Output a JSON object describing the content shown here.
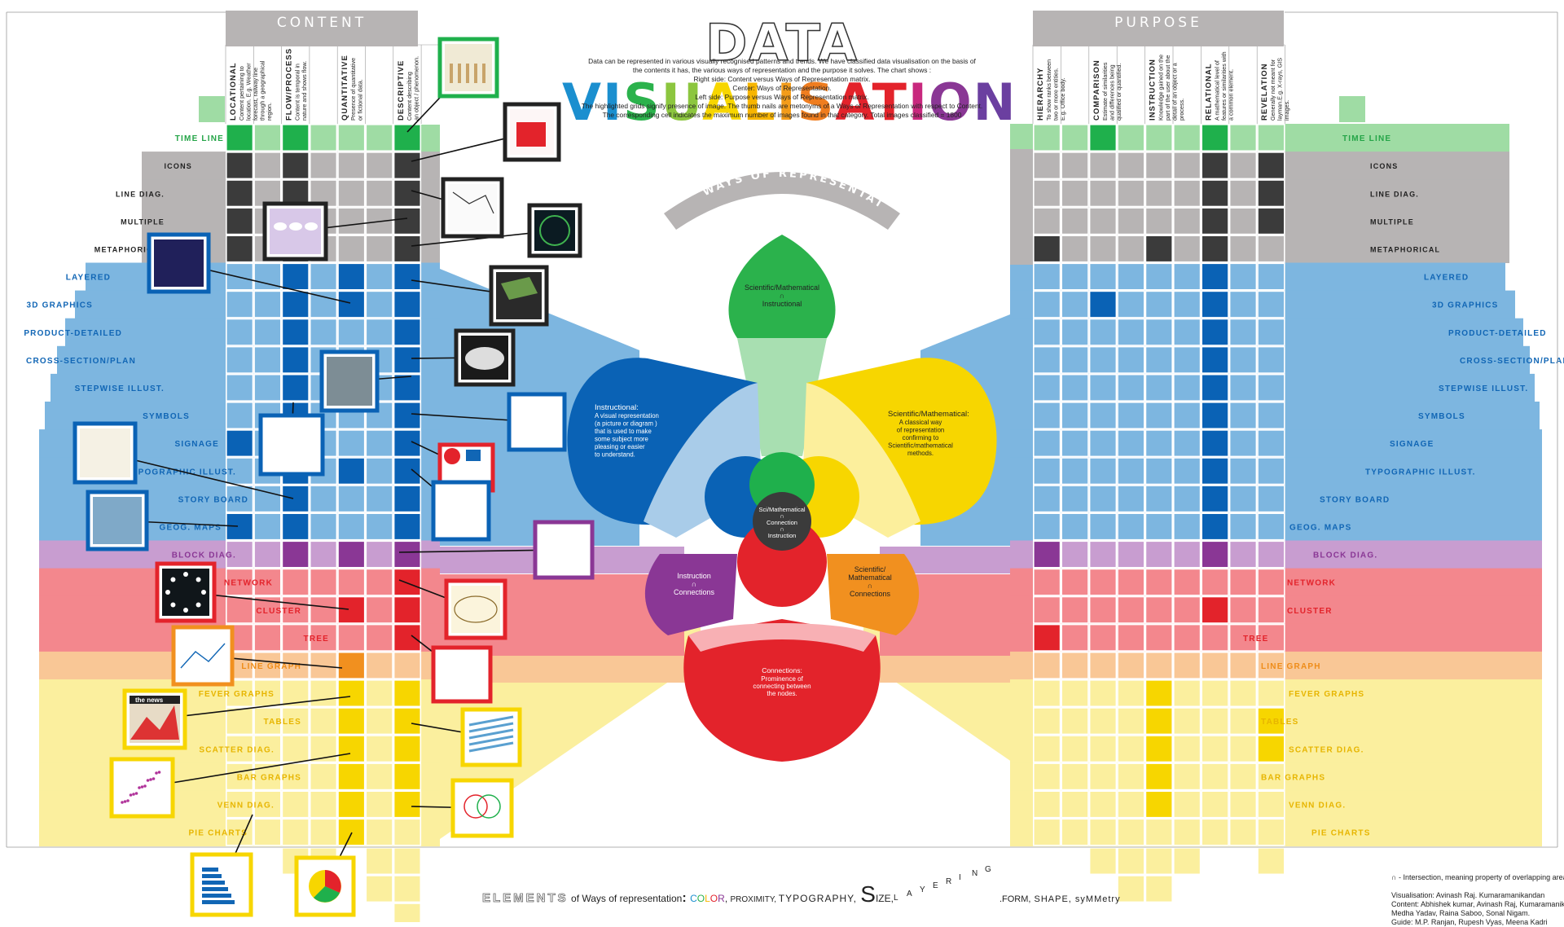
{
  "title": {
    "part1": "DATA",
    "part2_letters": [
      "V",
      "I",
      "S",
      "U",
      "A",
      "L",
      "I",
      "S",
      "A",
      "T",
      "I",
      "O",
      "N"
    ]
  },
  "intro_lines": [
    "Data can be represented in various visually recognised patterns and trends. We have classified data visualisation on the basis of",
    "the contents it has, the various ways of representation and the purpose it solves. The chart shows :",
    "Right side: Content versus Ways of Representation matrix.",
    "Center: Ways of Representation.",
    "Left side: Purpose versus Ways of Representation matrix.",
    "The highlighted grids signify presence of image. The thumb nails are metonyms of a Ways of Representation with respect to Content.",
    "The corresponding cell indicates the  maximum number of images found in that category. Total images classified = 1800"
  ],
  "content_header": "CONTENT",
  "purpose_header": "PURPOSE",
  "ways_label": "WAYS OF REPRESENTATION",
  "content_columns": [
    {
      "title": "LOCATIONAL",
      "desc": [
        "Content pertaining to",
        "location. E.g. Weather",
        "forecast, railway line",
        "through a geographical",
        "region."
      ]
    },
    {
      "title": "FLOW/PROCESS",
      "desc": [
        "Content is temporal in",
        "nature and shows flow."
      ]
    },
    {
      "title": "QUANTITATIVE",
      "desc": [
        "Presence of  quantitative",
        "or  fictional data."
      ]
    },
    {
      "title": "DESCRIPTIVE",
      "desc": [
        "Content describing",
        "an object / phenomenon."
      ]
    }
  ],
  "purpose_columns": [
    {
      "title": "HIERARCHY",
      "desc": [
        "To show ranks between",
        "two or more entities.",
        "E.g. Office body."
      ]
    },
    {
      "title": "COMPARISON",
      "desc": [
        "Estimate of similarities",
        "and differences being",
        "qualified or quantified."
      ]
    },
    {
      "title": "INSTRUCTION",
      "desc": [
        "Knowledge gained on the",
        "part of the user about the",
        "detail of an object or a",
        "process."
      ]
    },
    {
      "title": "RELATIONAL",
      "desc": [
        "A mathematical level of",
        "features or similarities with",
        "a common element."
      ]
    },
    {
      "title": "REVELATION",
      "desc": [
        "Generally not meant for",
        "layman.E.g. X-rays, GIS",
        "images."
      ]
    }
  ],
  "rows": [
    {
      "label": "TIME LINE",
      "group": "green"
    },
    {
      "label": "ICONS",
      "group": "gray"
    },
    {
      "label": "LINE DIAG.",
      "group": "gray"
    },
    {
      "label": "MULTIPLE",
      "group": "gray"
    },
    {
      "label": "METAPHORICAL",
      "group": "gray"
    },
    {
      "label": "LAYERED",
      "group": "blue"
    },
    {
      "label": "3D GRAPHICS",
      "group": "blue"
    },
    {
      "label": "PRODUCT-DETAILED",
      "group": "blue"
    },
    {
      "label": "CROSS-SECTION/PLAN",
      "group": "blue"
    },
    {
      "label": "STEPWISE ILLUST.",
      "group": "blue"
    },
    {
      "label": "SYMBOLS",
      "group": "blue"
    },
    {
      "label": "SIGNAGE",
      "group": "blue"
    },
    {
      "label": "TYPOGRAPHIC ILLUST.",
      "group": "blue"
    },
    {
      "label": "STORY BOARD",
      "group": "blue"
    },
    {
      "label": "GEOG. MAPS",
      "group": "blue"
    },
    {
      "label": "BLOCK DIAG.",
      "group": "purple"
    },
    {
      "label": "NETWORK",
      "group": "red"
    },
    {
      "label": "CLUSTER",
      "group": "red"
    },
    {
      "label": "TREE",
      "group": "red"
    },
    {
      "label": "LINE GRAPH",
      "group": "orange"
    },
    {
      "label": "FEVER GRAPHS",
      "group": "yellow"
    },
    {
      "label": "TABLES",
      "group": "yellow"
    },
    {
      "label": "SCATTER DIAG.",
      "group": "yellow"
    },
    {
      "label": "BAR GRAPHS",
      "group": "yellow"
    },
    {
      "label": "VENN DIAG.",
      "group": "yellow"
    },
    {
      "label": "PIE CHARTS",
      "group": "yellow"
    }
  ],
  "colors": {
    "green": {
      "light": "#9fdca4",
      "dark": "#1fb04c",
      "label": "#25a548"
    },
    "gray": {
      "light": "#b7b4b4",
      "dark": "#3b3b3b",
      "label": "#222222"
    },
    "blue": {
      "light": "#7db6e0",
      "dark": "#0a62b5",
      "label": "#1166b5"
    },
    "purple": {
      "light": "#c89dd0",
      "dark": "#8a3795",
      "label": "#8a3795"
    },
    "red": {
      "light": "#f3878d",
      "dark": "#e3232b",
      "label": "#e3232b"
    },
    "orange": {
      "light": "#f9c796",
      "dark": "#f1901f",
      "label": "#ee8c18"
    },
    "yellow": {
      "light": "#fbef9e",
      "dark": "#f7d600",
      "label": "#e7b500"
    }
  },
  "content_dark": [
    [
      0,
      0
    ],
    [
      0,
      1
    ],
    [
      0,
      2
    ],
    [
      0,
      3
    ],
    [
      0,
      4
    ],
    [
      1,
      0
    ],
    [
      1,
      1
    ],
    [
      1,
      2
    ],
    [
      1,
      3
    ],
    [
      1,
      4
    ],
    [
      3,
      0
    ],
    [
      3,
      1
    ],
    [
      3,
      2
    ],
    [
      3,
      3
    ],
    [
      3,
      4
    ],
    [
      1,
      5
    ],
    [
      1,
      6
    ],
    [
      1,
      7
    ],
    [
      1,
      8
    ],
    [
      1,
      9
    ],
    [
      1,
      10
    ],
    [
      1,
      11
    ],
    [
      1,
      12
    ],
    [
      1,
      13
    ],
    [
      1,
      14
    ],
    [
      3,
      5
    ],
    [
      3,
      6
    ],
    [
      3,
      7
    ],
    [
      3,
      8
    ],
    [
      3,
      9
    ],
    [
      3,
      10
    ],
    [
      3,
      11
    ],
    [
      3,
      12
    ],
    [
      3,
      13
    ],
    [
      3,
      14
    ],
    [
      2,
      5
    ],
    [
      2,
      6
    ],
    [
      2,
      12
    ],
    [
      0,
      11
    ],
    [
      0,
      14
    ],
    [
      1,
      15
    ],
    [
      2,
      15
    ],
    [
      3,
      15
    ],
    [
      3,
      16
    ],
    [
      3,
      17
    ],
    [
      3,
      18
    ],
    [
      2,
      17
    ],
    [
      2,
      19
    ],
    [
      2,
      20
    ],
    [
      2,
      21
    ],
    [
      2,
      22
    ],
    [
      2,
      23
    ],
    [
      2,
      24
    ],
    [
      2,
      25
    ],
    [
      3,
      20
    ],
    [
      3,
      21
    ],
    [
      3,
      22
    ],
    [
      3,
      23
    ],
    [
      3,
      24
    ]
  ],
  "purpose_dark": [
    [
      1,
      0
    ],
    [
      3,
      0
    ],
    [
      3,
      1
    ],
    [
      3,
      2
    ],
    [
      3,
      3
    ],
    [
      3,
      4
    ],
    [
      4,
      1
    ],
    [
      4,
      2
    ],
    [
      4,
      3
    ],
    [
      0,
      4
    ],
    [
      2,
      4
    ],
    [
      3,
      5
    ],
    [
      3,
      6
    ],
    [
      3,
      7
    ],
    [
      3,
      8
    ],
    [
      3,
      9
    ],
    [
      3,
      10
    ],
    [
      3,
      11
    ],
    [
      3,
      12
    ],
    [
      3,
      13
    ],
    [
      3,
      14
    ],
    [
      1,
      6
    ],
    [
      5,
      7
    ],
    [
      5,
      10
    ],
    [
      0,
      15
    ],
    [
      3,
      15
    ],
    [
      5,
      15
    ],
    [
      5,
      16
    ],
    [
      5,
      17
    ],
    [
      3,
      17
    ],
    [
      0,
      18
    ],
    [
      5,
      18
    ],
    [
      5,
      19
    ],
    [
      2,
      20
    ],
    [
      2,
      21
    ],
    [
      2,
      22
    ],
    [
      2,
      23
    ],
    [
      2,
      24
    ],
    [
      4,
      22
    ],
    [
      4,
      21
    ]
  ],
  "petals": {
    "top": "Scientific/Mathematical",
    "top_sub": "∩",
    "top_sub2": "Instructional",
    "left_title": "Instructional:",
    "left_desc": [
      "A visual representation",
      "(a picture or diagram )",
      "that is used to make",
      "some subject more",
      "pleasing or easier",
      "to understand."
    ],
    "right_title": "Scientific/Mathematical:",
    "right_desc": [
      "A classical way",
      "of representation",
      "confirming to",
      "Scientific/mathematical",
      "methods."
    ],
    "center": [
      "Sci/Mathematical",
      "∩",
      "Connection",
      "∩",
      "Instruction"
    ],
    "lower_left": [
      "Instruction",
      "∩",
      "Connections"
    ],
    "lower_right": [
      "Scientific/",
      "Mathematical",
      "∩",
      "Connections"
    ],
    "bottom_title": "Connections:",
    "bottom_desc": [
      "Prominence of",
      "connecting between",
      "the nodes."
    ]
  },
  "elements": {
    "lead": "ELEMENTS",
    "text": " of Ways of representation",
    "colon": ": ",
    "color_letters": [
      "C",
      "O",
      "L",
      "O",
      "R"
    ],
    "proximity": "PROXIMITY, ",
    "typography": "TYPOGRAPHY, ",
    "size": "SIZE,",
    "layering": "LAYERING",
    "form": ".FORM,",
    "shape": " SHAPE, ",
    "symmetry": "syMMetry"
  },
  "credits": [
    "∩ - Intersection, meaning property of overlapping areas.",
    "",
    "Visualisation: Avinash Raj. Kumaramanikandan",
    "Content: Abhishek kumar, Avinash Raj, Kumaramanikandan,",
    "              Medha Yadav, Raina Saboo, Sonal Nigam.",
    "Guide: M.P. Ranjan, Rupesh Vyas, Meena Kadri"
  ],
  "thumbnail_news": "the news"
}
